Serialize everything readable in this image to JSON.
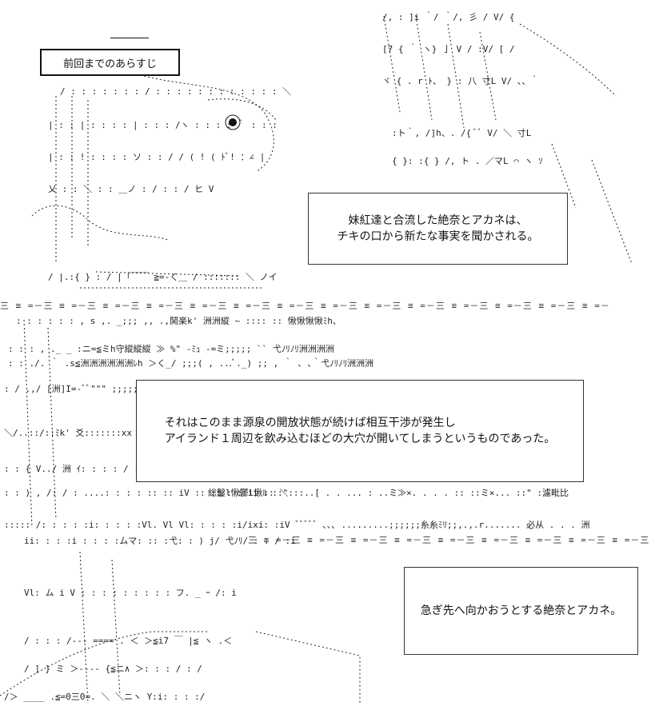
{
  "recap_label": "前回までのあらすじ",
  "caption1": {
    "line1": "妹紅達と合流した絶奈とアカネは、",
    "line2": "チキの口から新たな事実を聞かされる。"
  },
  "caption2": {
    "line1": "それはこのまま源泉の開放状態が続けば相互干渉が発生し",
    "line2": "アイランド１周辺を飲み込むほどの大穴が開いてしまうというものであった。"
  },
  "caption3": {
    "line1": "急ぎ先へ向かおうとする絶奈とアカネ。"
  },
  "separator_pattern": "三 ≡ =－三 ≡ =－三 ≡ =－三 ≡ =－三 ≡ =－三 ≡ =－三 ≡ =－三 ≡ =－三 ≡ =－三 ≡ =－三 ≡ =－三 ≡ =－三 ≡ =－三 ≡ =－"
}
